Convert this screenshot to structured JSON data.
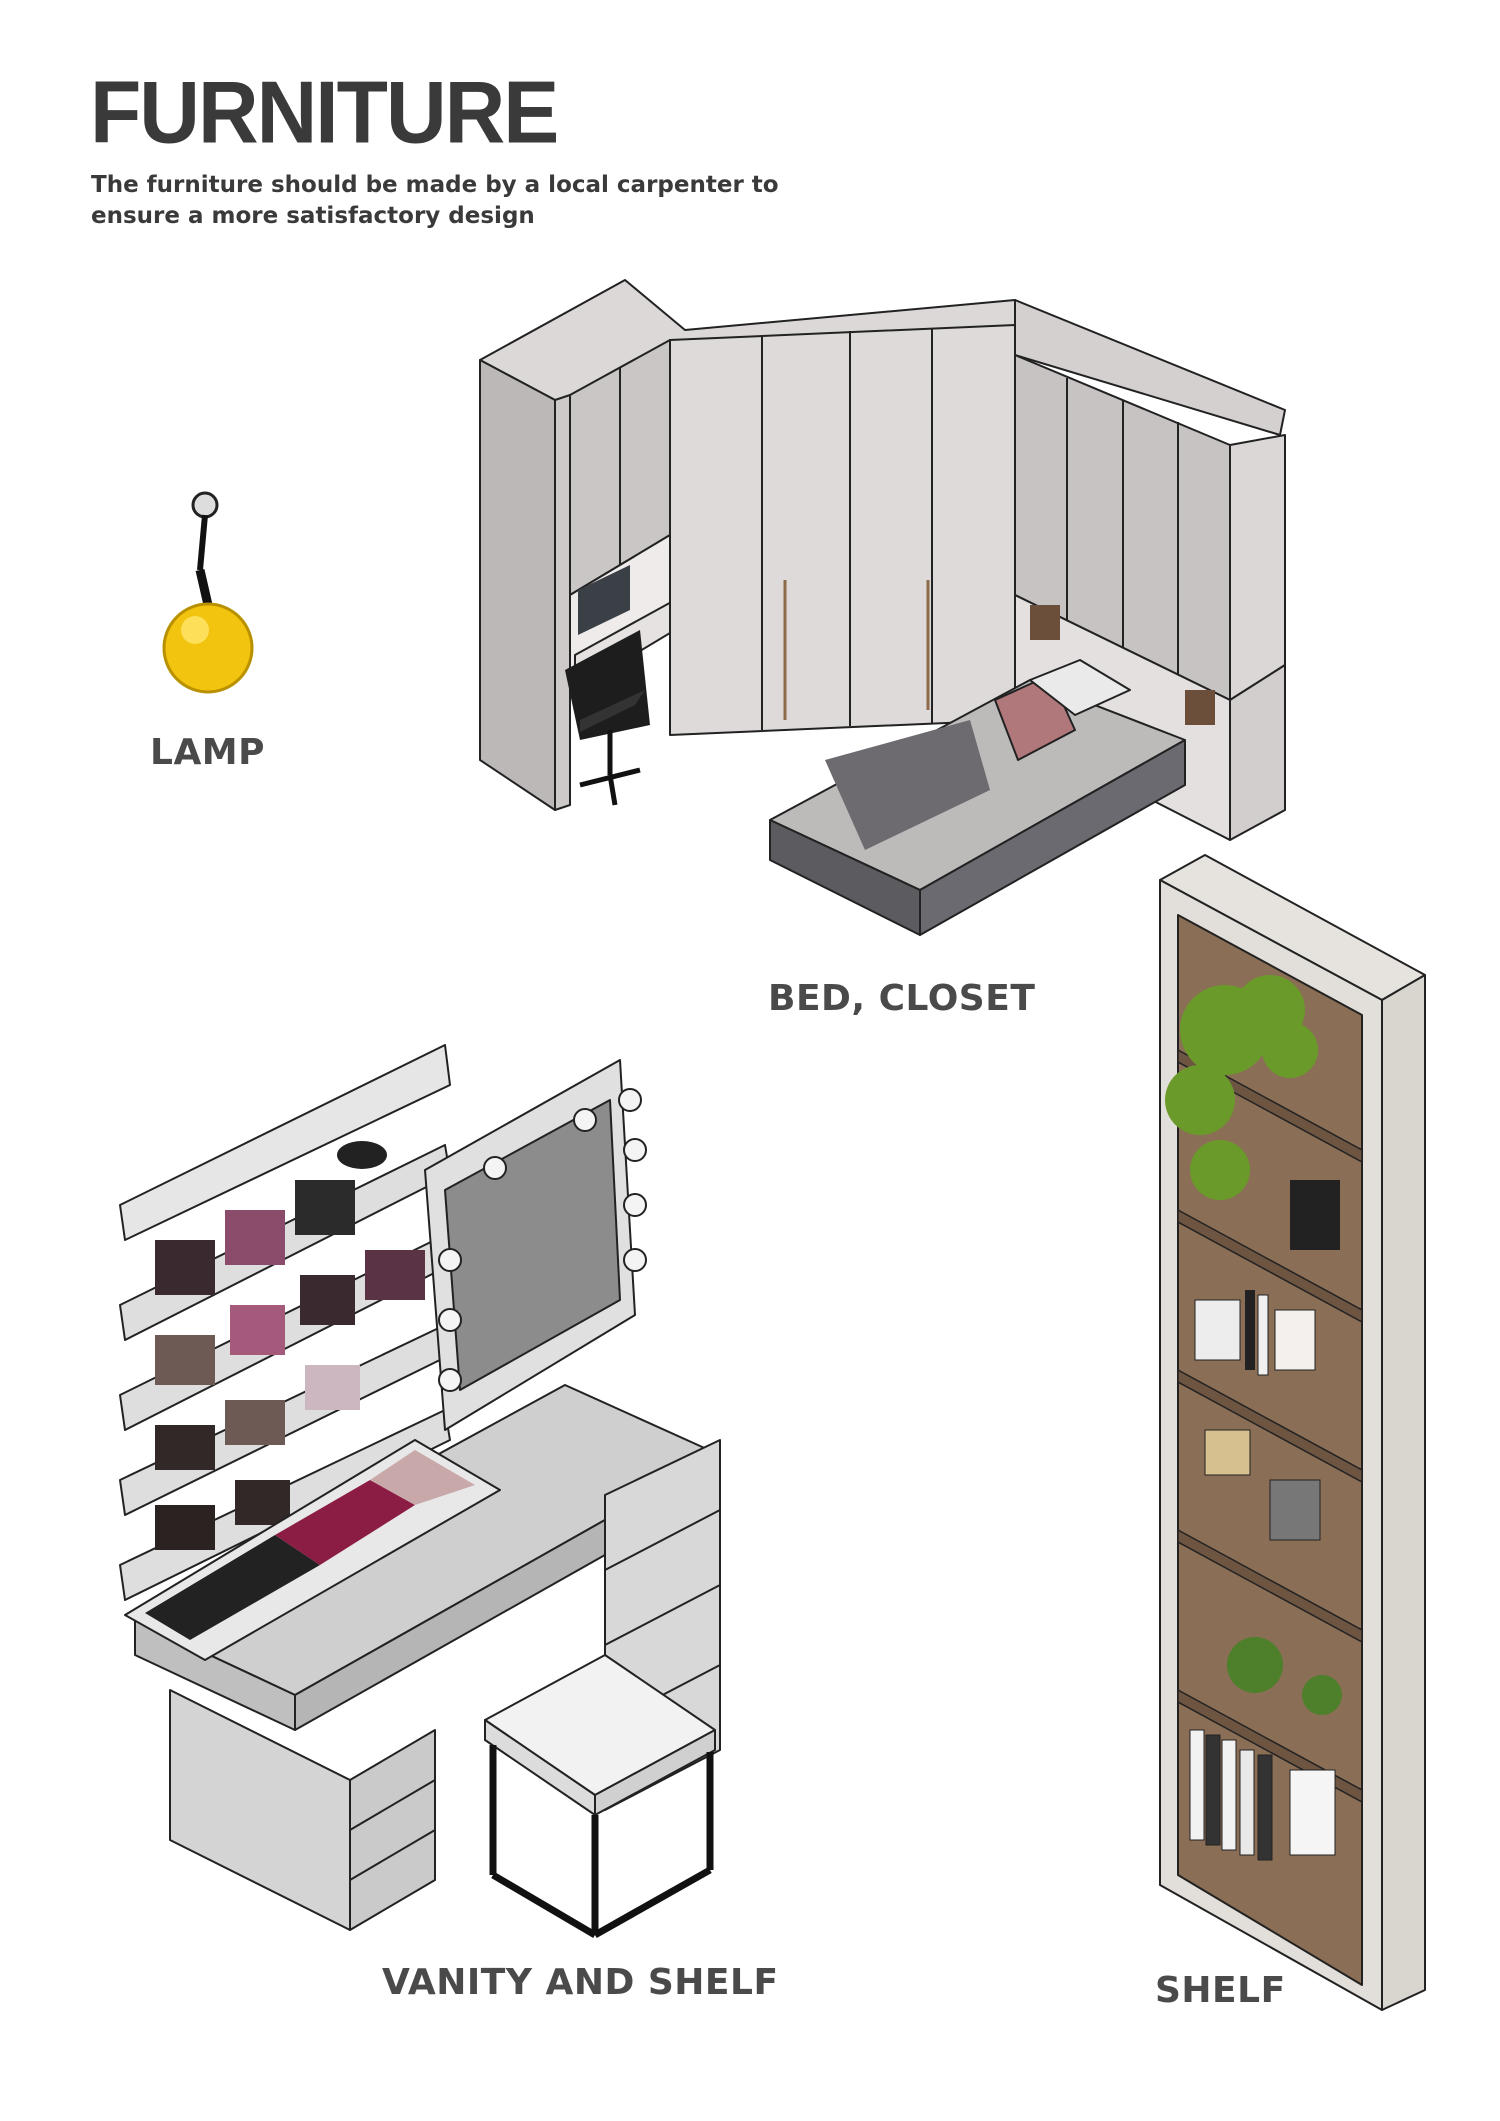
{
  "page": {
    "title": "FURNITURE",
    "subtitle": "The furniture should be made by a local carpenter to ensure a more satisfactory design"
  },
  "items": {
    "lamp": {
      "label": "LAMP"
    },
    "bed_closet": {
      "label": "BED, CLOSET"
    },
    "vanity": {
      "label": "VANITY AND SHELF"
    },
    "shelf": {
      "label": "SHELF"
    }
  },
  "colors": {
    "lamp_globe": "#f2c40f",
    "closet": "#d3cfcf",
    "wood": "#8a6e55",
    "pillow": "#b0787a"
  }
}
